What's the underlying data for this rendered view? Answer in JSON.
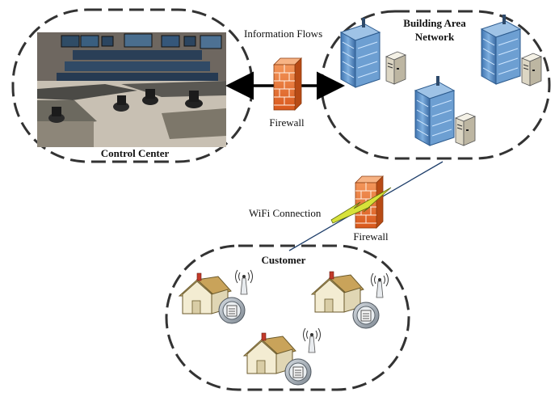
{
  "labels": {
    "information_flows": "Information Flows",
    "building_area_network": [
      "Building Area",
      "Network"
    ],
    "control_center": "Control Center",
    "firewall_top": "Firewall",
    "wifi_connection": "WiFi Connection",
    "firewall_bottom": "Firewall",
    "customer": "Customer"
  },
  "icons": [
    "control-room-photo",
    "firewall-icon",
    "office-building-icon",
    "server-icon",
    "house-icon",
    "smart-meter-icon",
    "antenna-icon",
    "lightning-icon"
  ],
  "colors": {
    "firewall_brick": "#e8742a",
    "building_glass": "#5b8fc9",
    "house_wall": "#f3ecd2",
    "roof": "#c9a35a",
    "meter": "#9aa4ad",
    "lightning": "#d7e23a",
    "dashed_border": "#333333"
  }
}
